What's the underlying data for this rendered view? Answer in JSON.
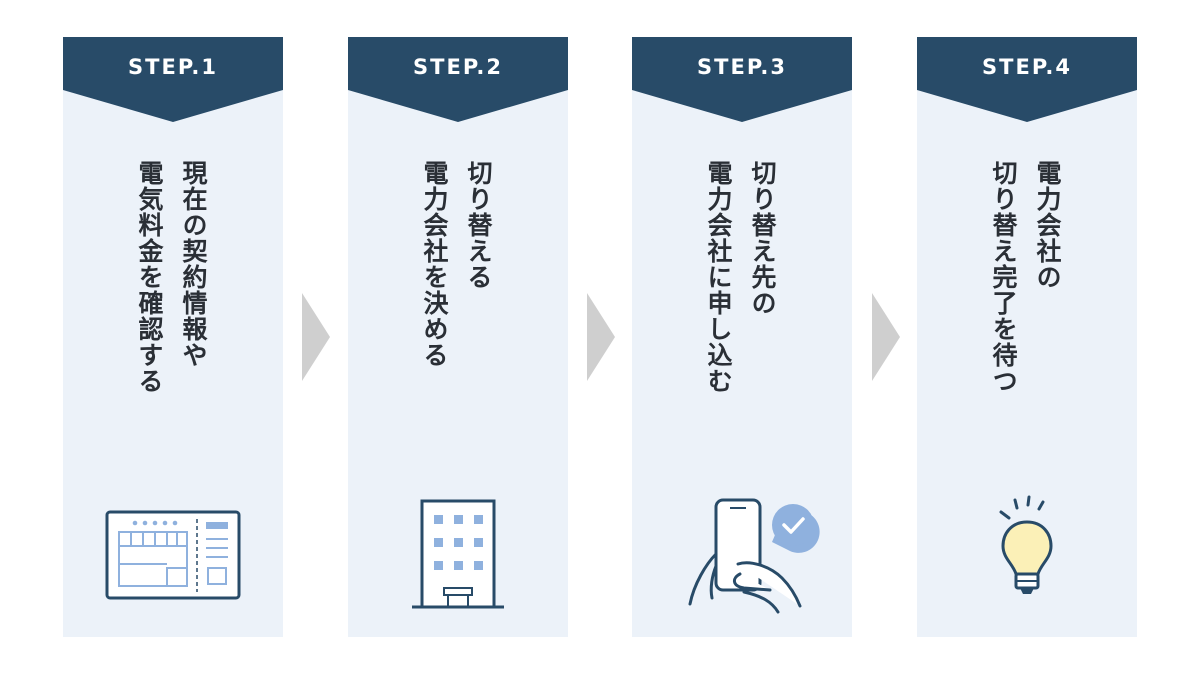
{
  "colors": {
    "header": "#284b68",
    "card_bg": "#ecf2f9",
    "arrow": "#cfcfcf",
    "text": "#2a2f36",
    "icon_line": "#284b68",
    "icon_accent": "#8fb1de",
    "bulb": "#fbf0b7"
  },
  "steps": [
    {
      "label": "STEP.1",
      "lines": [
        "現在の契約情報や",
        "電気料金を確認する"
      ],
      "icon": "bill-document-icon"
    },
    {
      "label": "STEP.2",
      "lines": [
        "切り替える",
        "電力会社を決める"
      ],
      "icon": "building-icon"
    },
    {
      "label": "STEP.3",
      "lines": [
        "切り替え先の",
        "電力会社に申し込む"
      ],
      "icon": "smartphone-check-icon"
    },
    {
      "label": "STEP.4",
      "lines": [
        "電力会社の",
        "切り替え完了を待つ"
      ],
      "icon": "light-bulb-icon"
    }
  ],
  "arrows": [
    "chevron-right-icon",
    "chevron-right-icon",
    "chevron-right-icon"
  ]
}
